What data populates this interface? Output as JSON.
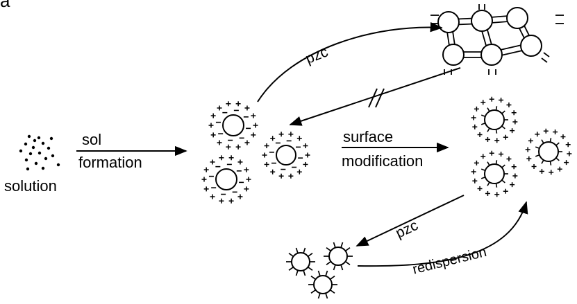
{
  "figure_letter": "a",
  "labels": {
    "solution": "solution",
    "sol": "sol",
    "formation": "formation",
    "surface": "surface",
    "modification": "modification",
    "pzc_top": "pzc",
    "pzc_bottom": "pzc",
    "redispersion": "redispersion"
  },
  "colors": {
    "ink": "#000000",
    "background": "#ffffff"
  }
}
